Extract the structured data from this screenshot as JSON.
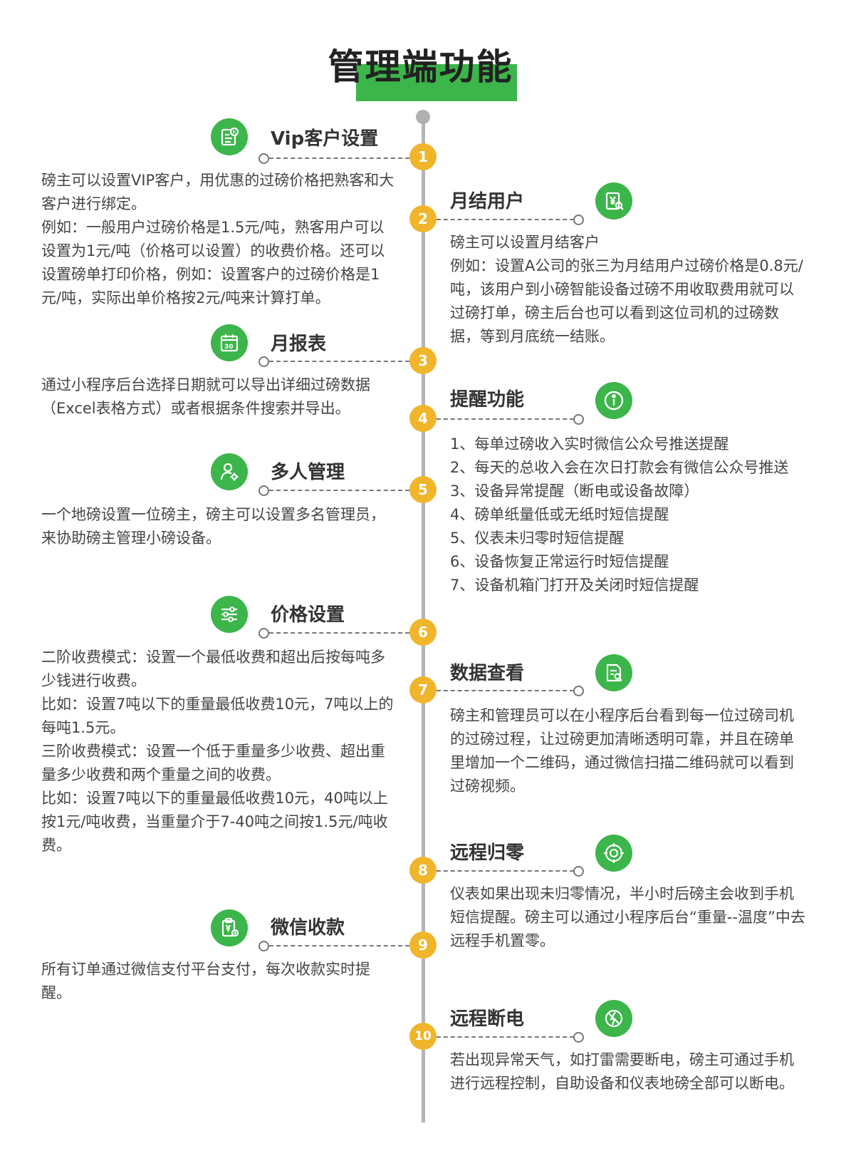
{
  "title": "管理端功能",
  "colors": {
    "accent": "#3cb54a",
    "node": "#f0b52a",
    "axis": "#b5b5b5"
  },
  "steps": [
    {
      "num": "1",
      "title": "Vip客户设置",
      "icon": "vip-card-icon",
      "lines": [
        "磅主可以设置VIP客户，用优惠的过磅价格把熟客和大客户进行绑定。",
        "例如：一般用户过磅价格是1.5元/吨，熟客用户可以设置为1元/吨（价格可以设置）的收费价格。还可以设置磅单打印价格，例如：设置客户的过磅价格是1元/吨，实际出单价格按2元/吨来计算打单。"
      ]
    },
    {
      "num": "2",
      "title": "月结用户",
      "icon": "yen-search-icon",
      "lines": [
        "磅主可以设置月结客户",
        "例如：设置A公司的张三为月结用户过磅价格是0.8元/吨，该用户到小磅智能设备过磅不用收取费用就可以过磅打单，磅主后台也可以看到这位司机的过磅数据，等到月底统一结账。"
      ]
    },
    {
      "num": "3",
      "title": "月报表",
      "icon": "calendar-icon",
      "lines": [
        "通过小程序后台选择日期就可以导出详细过磅数据（Excel表格方式）或者根据条件搜索并导出。"
      ]
    },
    {
      "num": "4",
      "title": "提醒功能",
      "icon": "info-icon",
      "lines": [
        "1、每单过磅收入实时微信公众号推送提醒",
        "2、每天的总收入会在次日打款会有微信公众号推送",
        "3、设备异常提醒（断电或设备故障）",
        "4、磅单纸量低或无纸时短信提醒",
        "5、仪表未归零时短信提醒",
        "6、设备恢复正常运行时短信提醒",
        "7、设备机箱门打开及关闭时短信提醒"
      ]
    },
    {
      "num": "5",
      "title": "多人管理",
      "icon": "user-gear-icon",
      "lines": [
        "一个地磅设置一位磅主，磅主可以设置多名管理员，来协助磅主管理小磅设备。"
      ]
    },
    {
      "num": "6",
      "title": "价格设置",
      "icon": "sliders-icon",
      "lines": [
        "二阶收费模式：设置一个最低收费和超出后按每吨多少钱进行收费。",
        "比如：设置7吨以下的重量最低收费10元，7吨以上的每吨1.5元。",
        "三阶收费模式：设置一个低于重量多少收费、超出重量多少收费和两个重量之间的收费。",
        "比如：设置7吨以下的重量最低收费10元，40吨以上按1元/吨收费，当重量介于7-40吨之间按1.5元/吨收费。"
      ]
    },
    {
      "num": "7",
      "title": "数据查看",
      "icon": "document-search-icon",
      "lines": [
        "磅主和管理员可以在小程序后台看到每一位过磅司机的过磅过程，让过磅更加清晰透明可靠，并且在磅单里增加一个二维码，通过微信扫描二维码就可以看到过磅视频。"
      ]
    },
    {
      "num": "8",
      "title": "远程归零",
      "icon": "target-icon",
      "lines": [
        "仪表如果出现未归零情况，半小时后磅主会收到手机短信提醒。磅主可以通过小程序后台“重量--温度”中去远程手机置零。"
      ]
    },
    {
      "num": "9",
      "title": "微信收款",
      "icon": "payment-clipboard-icon",
      "lines": [
        "所有订单通过微信支付平台支付，每次收款实时提醒。"
      ]
    },
    {
      "num": "10",
      "title": "远程断电",
      "icon": "power-cut-icon",
      "lines": [
        "若出现异常天气，如打雷需要断电，磅主可通过手机进行远程控制，自助设备和仪表地磅全部可以断电。"
      ]
    }
  ]
}
